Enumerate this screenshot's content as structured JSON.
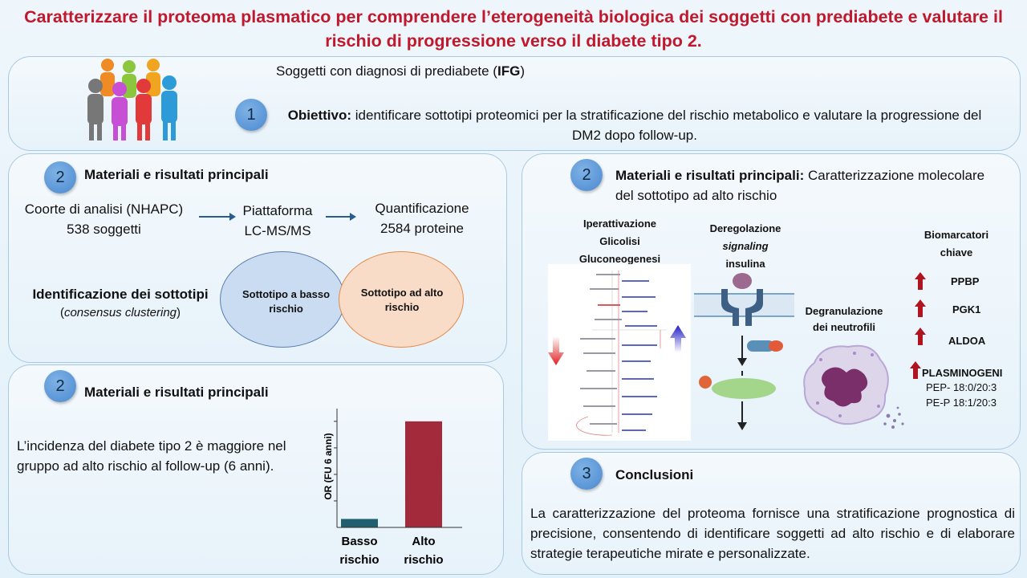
{
  "title": "Caratterizzare il proteoma plasmatico per comprendere l’eterogeneità biologica dei soggetti con prediabete e valutare il rischio di progressione verso il diabete tipo 2.",
  "section1": {
    "number": "1",
    "subjects_prefix": "Soggetti con diagnosi di prediabete (",
    "subjects_bold": "IFG",
    "subjects_suffix": ")",
    "objective_label": "Obiettivo:",
    "objective_text": "identificare sottotipi proteomici per la stratificazione del rischio metabolico e valutare la progressione del DM2 dopo follow-up."
  },
  "section2a": {
    "number": "2",
    "heading": "Materiali e risultati principali",
    "cohort_line1": "Coorte di analisi (NHAPC)",
    "cohort_line2": "538 soggetti",
    "platform_line1": "Piattaforma",
    "platform_line2": "LC-MS/MS",
    "quant_line1": "Quantificazione",
    "quant_line2": "2584 proteine",
    "subtypes_title": "Identificazione dei sottotipi",
    "subtypes_open": "(",
    "subtypes_method": "consensus clustering",
    "subtypes_close": ")",
    "low_risk": "Sottotipo a basso rischio",
    "high_risk": "Sottotipo ad alto rischio"
  },
  "section2b": {
    "number": "2",
    "heading": "Materiali e risultati principali",
    "text": "L’incidenza del diabete tipo 2 è maggiore nel gruppo ad alto rischio al follow-up (6 anni)."
  },
  "chart_data": {
    "type": "bar",
    "categories": [
      "Basso rischio",
      "Alto rischio"
    ],
    "values": [
      0.08,
      1.0
    ],
    "ylabel": "OR (FU 6 anni)",
    "ylim": [
      0,
      1.12
    ],
    "colors": [
      "#1f5f6e",
      "#a32a3a"
    ]
  },
  "section2c": {
    "number": "2",
    "heading_bold": "Materiali e risultati principali:",
    "heading_rest": "Caratterizzazione molecolare del sottotipo ad alto rischio",
    "glycolysis_title": "Iperattivazione Glicolisi Gluconeogenesi",
    "insulin_title1": "Deregolazione",
    "insulin_title2": "signaling",
    "insulin_title3": "insulina",
    "neutrophil_title": "Degranulazione dei neutrofili",
    "biomarkers_title": "Biomarcatori chiave",
    "biomarkers": [
      "PPBP",
      "PGK1",
      "ALDOA",
      "PLASMINOGENI"
    ],
    "lipids": [
      "PEP- 18:0/20:3",
      "PE-P 18:1/20:3"
    ]
  },
  "section3": {
    "number": "3",
    "heading": "Conclusioni",
    "text": "La caratterizzazione del proteoma fornisce una stratificazione prognostica di precisione, consentendo di identificare soggetti ad alto rischio e di elaborare strategie terapeutiche mirate e personalizzate."
  }
}
